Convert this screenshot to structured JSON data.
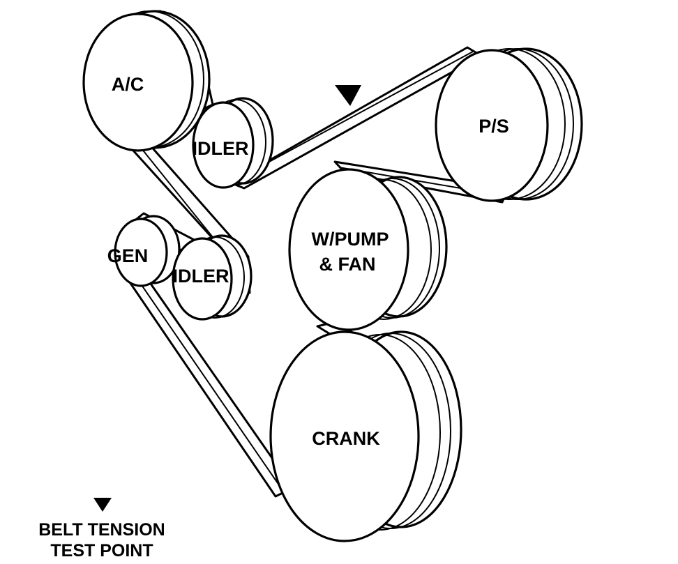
{
  "diagram": {
    "pulleys": {
      "ac": "A/C",
      "idler_upper": "IDLER",
      "ps": "P/S",
      "gen": "GEN",
      "idler_lower": "IDLER",
      "wpump_line1": "W/PUMP",
      "wpump_line2": "& FAN",
      "crank": "CRANK"
    },
    "legend": {
      "line1": "BELT TENSION",
      "line2": "TEST POINT"
    }
  }
}
